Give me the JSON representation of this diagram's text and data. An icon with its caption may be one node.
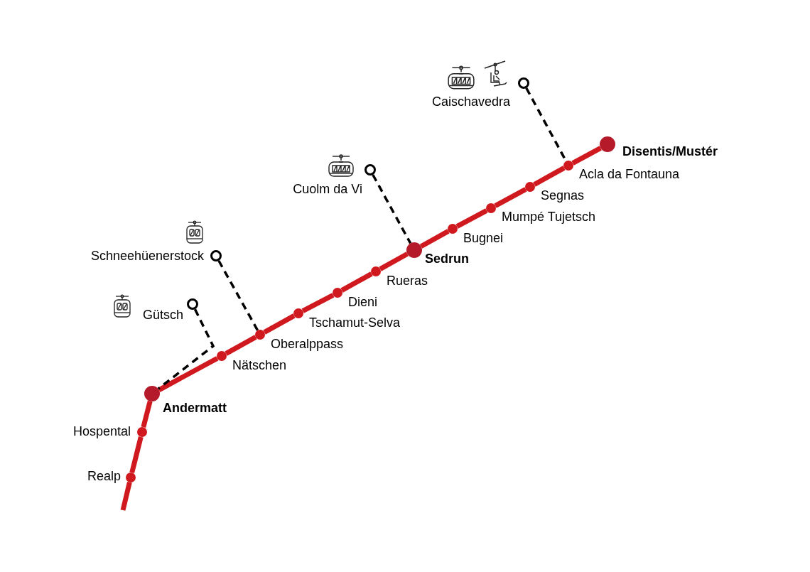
{
  "diagram": {
    "nodes": [
      {
        "text": [],
        "shape": "circle",
        "beside": [
          "Realp"
        ]
      },
      {
        "text": [],
        "shape": "circle",
        "beside": [
          "Hospental"
        ]
      },
      {
        "text": [],
        "shape": "circle",
        "beside": [
          "Andermatt"
        ]
      },
      {
        "text": [],
        "shape": "circle",
        "beside": [
          "Nätschen"
        ]
      },
      {
        "text": [],
        "shape": "circle",
        "beside": [
          "Oberalppass"
        ]
      },
      {
        "text": [],
        "shape": "circle",
        "beside": [
          "Tschamut-Selva"
        ]
      },
      {
        "text": [],
        "shape": "circle",
        "beside": [
          "Dieni"
        ]
      },
      {
        "text": [],
        "shape": "circle",
        "beside": [
          "Rueras"
        ]
      },
      {
        "text": [],
        "shape": "circle",
        "beside": [
          "Sedrun"
        ]
      },
      {
        "text": [],
        "shape": "circle",
        "beside": [
          "Bugnei"
        ]
      },
      {
        "text": [],
        "shape": "circle",
        "beside": [
          "Mumpé Tujetsch"
        ]
      },
      {
        "text": [],
        "shape": "circle",
        "beside": [
          "Segnas"
        ]
      },
      {
        "text": [],
        "shape": "circle",
        "beside": [
          "Acla da Fontauna"
        ]
      },
      {
        "text": [],
        "shape": "circle",
        "beside": [
          "Disentis/Mustér"
        ]
      },
      {
        "text": [],
        "shape": "circle",
        "beside": [
          "Gütsch"
        ]
      },
      {
        "text": [],
        "shape": "circle",
        "beside": [
          "Schneehüenerstock"
        ]
      },
      {
        "text": [],
        "shape": "circle",
        "beside": [
          "Cuolm da Vi"
        ]
      },
      {
        "text": [],
        "shape": "circle",
        "beside": [
          "Caischavedra"
        ]
      }
    ],
    "edges": [
      {
        "from": null,
        "to": 0,
        "arrow": "none"
      },
      {
        "from": 0,
        "to": 1,
        "arrow": "none"
      },
      {
        "from": 1,
        "to": 2,
        "arrow": "none"
      },
      {
        "from": 2,
        "to": 3,
        "arrow": "none"
      },
      {
        "from": 3,
        "to": 4,
        "arrow": "none"
      },
      {
        "from": 4,
        "to": 5,
        "arrow": "none"
      },
      {
        "from": 5,
        "to": 6,
        "arrow": "none"
      },
      {
        "from": 6,
        "to": 7,
        "arrow": "none"
      },
      {
        "from": 7,
        "to": 8,
        "arrow": "none"
      },
      {
        "from": 8,
        "to": 9,
        "arrow": "none"
      },
      {
        "from": 9,
        "to": 10,
        "arrow": "none"
      },
      {
        "from": 10,
        "to": 11,
        "arrow": "none"
      },
      {
        "from": 11,
        "to": 12,
        "arrow": "none"
      },
      {
        "from": 12,
        "to": 13,
        "arrow": "none"
      },
      {
        "from": 14,
        "to": 2,
        "arrow": "none",
        "style": "dashed",
        "color": "#000000"
      },
      {
        "from": 15,
        "to": 4,
        "arrow": "none",
        "style": "dashed",
        "color": "#000000"
      },
      {
        "from": 16,
        "to": 8,
        "arrow": "none",
        "style": "dashed",
        "color": "#000000"
      },
      {
        "from": 17,
        "to": 12,
        "arrow": "none",
        "style": "dashed",
        "color": "#000000"
      }
    ]
  }
}
